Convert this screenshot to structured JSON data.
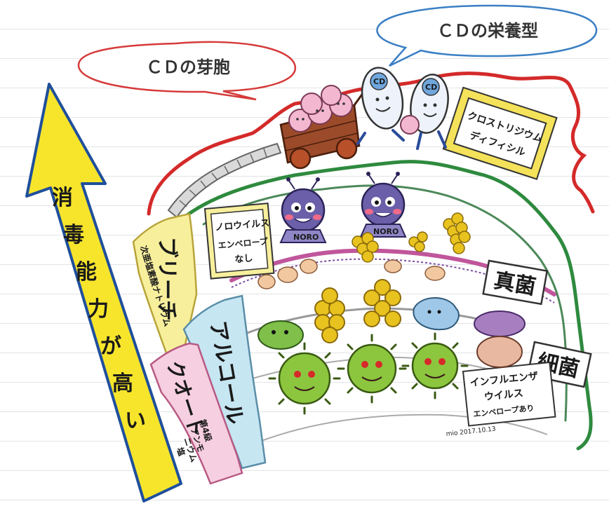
{
  "bubbles": {
    "spore": "ＣＤの芽胞",
    "vegetative": "ＣＤの栄養型"
  },
  "arrow_label": [
    "消",
    "毒",
    "能",
    "力",
    "が",
    "高",
    "い"
  ],
  "signs": {
    "clostridium": [
      "クロストリジウム",
      "ディフィシル"
    ],
    "norovirus": [
      "ノロウイルス",
      "エンベロープ",
      "なし"
    ],
    "fungi": "真菌",
    "bacteria": "細菌",
    "influenza": [
      "インフルエンザ",
      "ウイルス",
      "エンベロープあり"
    ],
    "bleach": "ブリーチ",
    "bleach_sub": "次亜塩素酸ナトリウム",
    "alcohol": "アルコール",
    "quat": "クオート",
    "quat_sub": [
      "第4級",
      "アンモ",
      "ニウム",
      "塩"
    ]
  },
  "virus_tags": [
    "NORO",
    "NORO"
  ],
  "cd_tags": [
    "CD",
    "CD"
  ],
  "signature": "mio 2017.10.13",
  "colors": {
    "arrow_fill": "#f7e52c",
    "arrow_stroke": "#1f4f9c",
    "spore_bubble": "#d63a3a",
    "vegetative_bubble": "#3a7fc4",
    "red_line": "#d42a2a",
    "green_line": "#2e8a3e",
    "bleach_panel": "#f7ef9c",
    "alcohol_panel": "#c6e6f2",
    "quat_panel": "#f6cfe0",
    "virus_green": "#8cc63f",
    "yellow_coccus": "#e8c21e",
    "purple_virus": "#6a5fa8"
  }
}
